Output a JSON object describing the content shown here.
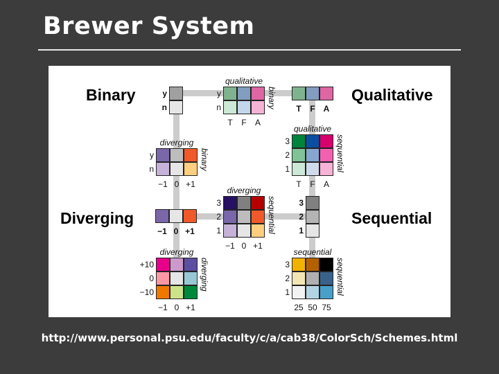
{
  "slide": {
    "title": "Brewer System",
    "url": "http://www.personal.psu.edu/faculty/c/a/cab38/ColorSch/Schemes.html"
  },
  "categories": {
    "binary": "Binary",
    "qualitative": "Qualitative",
    "diverging": "Diverging",
    "sequential": "Sequential"
  },
  "grids": {
    "binary": {
      "header": "",
      "side": "",
      "bold": true,
      "rows": [
        "y",
        "n"
      ],
      "cols": [],
      "colors": [
        [
          "#a0a0a0"
        ],
        [
          "#e6e6e6"
        ]
      ]
    },
    "qualitative": {
      "header": "",
      "side": "",
      "bold": true,
      "rows": [],
      "cols": [
        "T",
        "F",
        "A"
      ],
      "colors": [
        [
          "#7fb38f",
          "#819dbf",
          "#de66a3"
        ]
      ]
    },
    "diverging": {
      "header": "",
      "side": "",
      "bold": true,
      "rows": [],
      "cols": [
        "−1",
        "0",
        "+1"
      ],
      "colors": [
        [
          "#7a67aa",
          "#e6e6e6",
          "#f05a2a"
        ]
      ]
    },
    "sequential": {
      "header": "",
      "side": "",
      "bold": true,
      "rows": [
        "3",
        "2",
        "1"
      ],
      "cols": [],
      "colors": [
        [
          "#808080"
        ],
        [
          "#b4b4b4"
        ],
        [
          "#e6e6e6"
        ]
      ]
    },
    "qual_binary": {
      "header": "qualitative",
      "side": "binary",
      "bold": false,
      "rows": [
        "y",
        "n"
      ],
      "cols": [
        "T",
        "F",
        "A"
      ],
      "colors": [
        [
          "#7fb38f",
          "#819dbf",
          "#de66a3"
        ],
        [
          "#cce8d6",
          "#c3d6ea",
          "#f7b3d6"
        ]
      ]
    },
    "qual_seq": {
      "header": "qualitative",
      "side": "sequential",
      "bold": false,
      "rows": [
        "3",
        "2",
        "1"
      ],
      "cols": [
        "T",
        "F",
        "A"
      ],
      "colors": [
        [
          "#00843d",
          "#0a4ea2",
          "#d7006d"
        ],
        [
          "#7fc397",
          "#85a6cf",
          "#f460b0"
        ],
        [
          "#cce8d6",
          "#cfdbeb",
          "#f7b3d6"
        ]
      ]
    },
    "div_binary": {
      "header": "diverging",
      "side": "binary",
      "bold": false,
      "rows": [
        "y",
        "n"
      ],
      "cols": [
        "−1",
        "0",
        "+1"
      ],
      "colors": [
        [
          "#7a67aa",
          "#bdbdbd",
          "#f05a2a"
        ],
        [
          "#c6b2d8",
          "#e6e6e6",
          "#ffcf80"
        ]
      ]
    },
    "div_seq": {
      "header": "diverging",
      "side": "sequential",
      "bold": false,
      "rows": [
        "3",
        "2",
        "1"
      ],
      "cols": [
        "−1",
        "0",
        "+1"
      ],
      "colors": [
        [
          "#251065",
          "#808080",
          "#b60000"
        ],
        [
          "#7a67aa",
          "#bdbdbd",
          "#f05a2a"
        ],
        [
          "#c6b2d8",
          "#e6e6e6",
          "#ffcf80"
        ]
      ]
    },
    "div_div": {
      "header": "diverging",
      "side": "diverging",
      "bold": false,
      "rows": [
        "+10",
        "0",
        "−10"
      ],
      "cols": [
        "−1",
        "0",
        "+1"
      ],
      "colors": [
        [
          "#e8008a",
          "#cc99cc",
          "#5c4ea0"
        ],
        [
          "#fb98a6",
          "#e6e6e6",
          "#98c8d4"
        ],
        [
          "#f07800",
          "#cde38a",
          "#00893c"
        ]
      ]
    },
    "seq_seq": {
      "header": "sequential",
      "side": "sequential",
      "bold": false,
      "rows": [
        "3",
        "2",
        "1"
      ],
      "cols": [
        "25",
        "50",
        "75"
      ],
      "colors": [
        [
          "#f2b200",
          "#b46000",
          "#000000"
        ],
        [
          "#f4e6b4",
          "#b0b0b0",
          "#38628a"
        ],
        [
          "#f2f2f2",
          "#b2d4e2",
          "#48a0c8"
        ]
      ]
    }
  }
}
